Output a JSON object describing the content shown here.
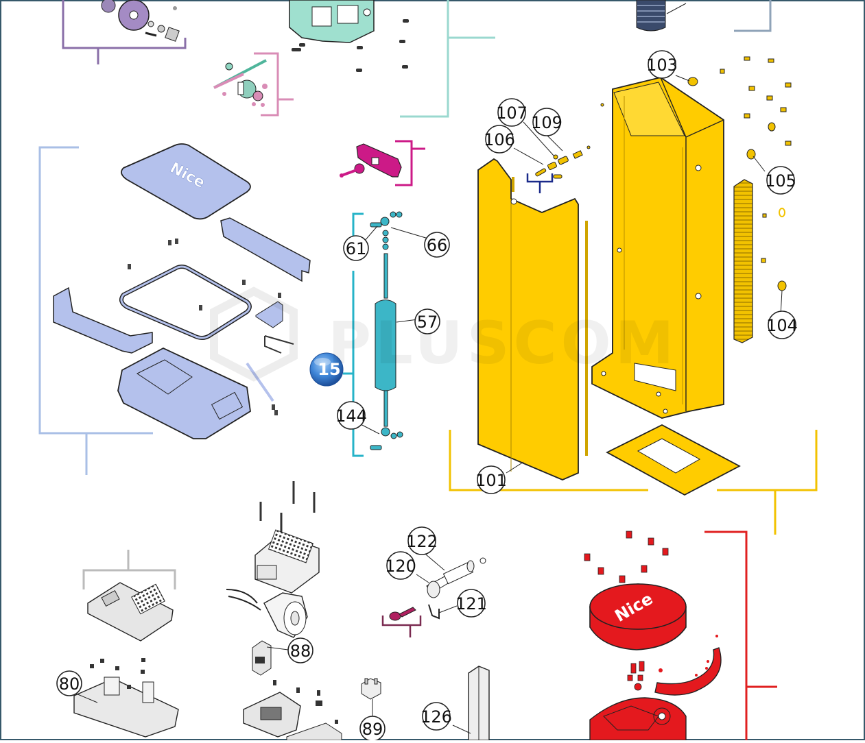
{
  "watermark": "PLUSCOM",
  "logo_text": "Nice",
  "group_badge": "15",
  "part_labels": [
    {
      "key": "p103",
      "text": "103"
    },
    {
      "key": "p107",
      "text": "107"
    },
    {
      "key": "p109",
      "text": "109"
    },
    {
      "key": "p106",
      "text": "106"
    },
    {
      "key": "p105",
      "text": "105"
    },
    {
      "key": "p104",
      "text": "104"
    },
    {
      "key": "p61",
      "text": "61"
    },
    {
      "key": "p66",
      "text": "66"
    },
    {
      "key": "p57",
      "text": "57"
    },
    {
      "key": "p144",
      "text": "144"
    },
    {
      "key": "p101",
      "text": "101"
    },
    {
      "key": "p122",
      "text": "122"
    },
    {
      "key": "p120",
      "text": "120"
    },
    {
      "key": "p121",
      "text": "121"
    },
    {
      "key": "p88",
      "text": "88"
    },
    {
      "key": "p80",
      "text": "80"
    },
    {
      "key": "p89",
      "text": "89"
    },
    {
      "key": "p126",
      "text": "126"
    }
  ],
  "colors": {
    "frame": "#36586a",
    "yellow_body": "#ffcc00",
    "yellow_bracket": "#f2c200",
    "teal_part": "#3cb6c7",
    "teal_bracket": "#26b3c8",
    "lavender_part": "#b4c1ec",
    "lavender_bracket": "#a9bfe6",
    "red_cap": "#e4191e",
    "red_bracket": "#e02020",
    "magenta": "#cc1a87",
    "pink_bracket": "#d98cb6",
    "purple_bracket": "#8a6fa8",
    "mint": "#9fe0cf",
    "mint_bracket": "#9ad8cf",
    "gray_bracket": "#bbbbbb",
    "navy": "#3a4a6b",
    "badge_blue": "#3f86d8"
  }
}
